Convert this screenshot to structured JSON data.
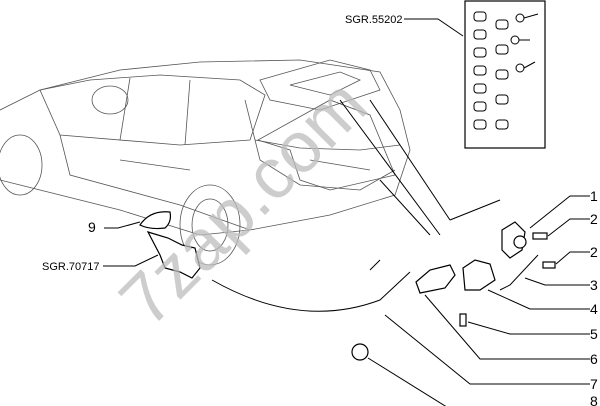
{
  "diagram": {
    "watermark": "7zap.com",
    "references": {
      "lock_set": "SGR.55202",
      "latch_assembly": "SGR.70717"
    },
    "callouts": [
      "1",
      "2",
      "2",
      "3",
      "4",
      "5",
      "6",
      "7",
      "8",
      "9"
    ]
  }
}
